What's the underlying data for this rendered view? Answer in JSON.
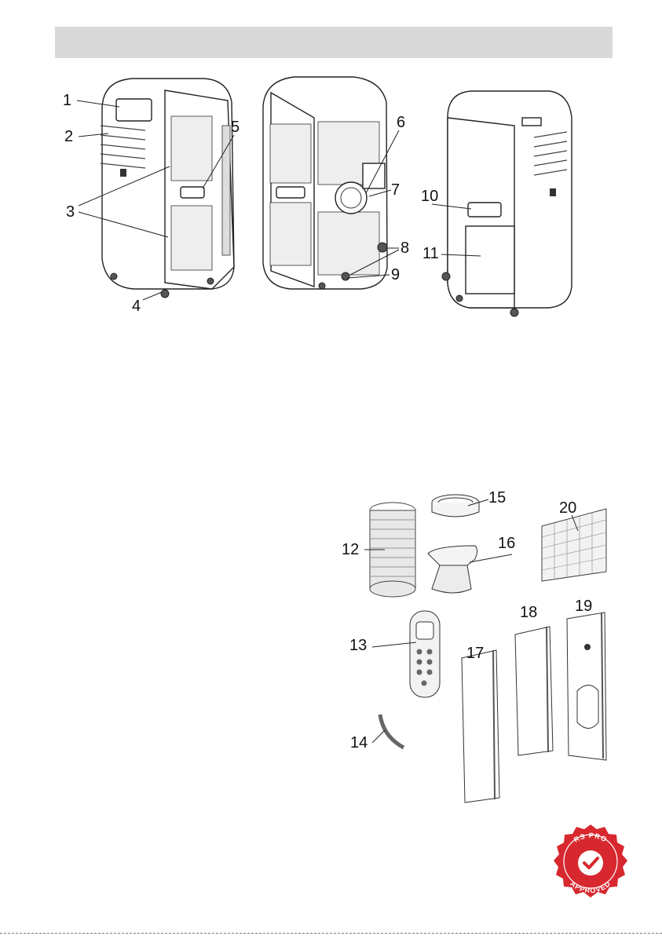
{
  "callouts": {
    "front": [
      "1",
      "2",
      "3",
      "4",
      "5"
    ],
    "side": [
      "6",
      "7",
      "8",
      "9"
    ],
    "rear": [
      "10",
      "11"
    ],
    "accessories": [
      "12",
      "13",
      "14",
      "15",
      "16",
      "17",
      "18",
      "19",
      "20"
    ]
  },
  "badge": {
    "top_text": "RS PRO",
    "bottom_text": "APPROVED",
    "color": "#d7282f"
  }
}
